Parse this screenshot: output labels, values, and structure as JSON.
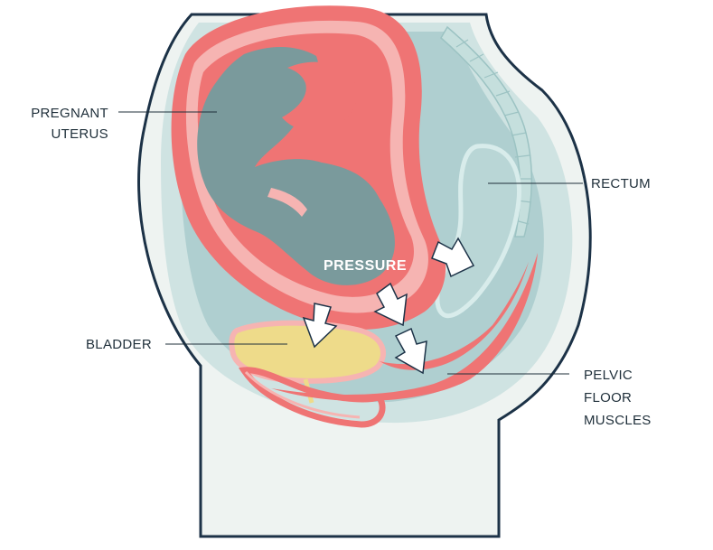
{
  "labels": {
    "uterus_line1": "PREGNANT",
    "uterus_line2": "UTERUS",
    "rectum": "RECTUM",
    "bladder": "BLADDER",
    "pelvic_line1": "PELVIC",
    "pelvic_line2": "FLOOR",
    "pelvic_line3": "MUSCLES",
    "pressure": "PRESSURE"
  },
  "colors": {
    "outline": "#1c3247",
    "body_fill": "#eef3f1",
    "abdomen_fill": "#cfe3e2",
    "inner_fill": "#a9cbcc",
    "uterus": "#ef7474",
    "uterus_light": "#f6b4b2",
    "baby": "#7a9a9c",
    "bladder": "#eedb8a",
    "rectum": "#b9d6d6",
    "arrow": "#ffffff"
  },
  "icons": {
    "pressure_arrows": "arrow-icon"
  }
}
